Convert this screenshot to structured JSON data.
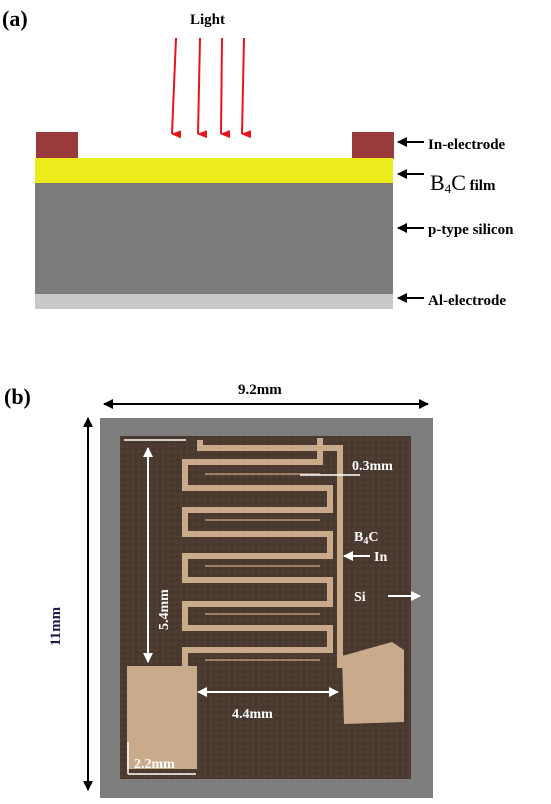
{
  "panel_a": {
    "label": "(a)",
    "light_label": "Light",
    "layers": {
      "in_electrode": "In-electrode",
      "film_main": "B",
      "film_sub": "4",
      "film_c": "C",
      "film_word": " film",
      "silicon": "p-type silicon",
      "al_electrode": "Al-electrode"
    },
    "colors": {
      "electrode": "#9b3a3a",
      "film": "#ecec1c",
      "silicon": "#7b7b7b",
      "aluminum": "#c8c8c8",
      "light": "#e8141c"
    }
  },
  "panel_b": {
    "label": "(b)",
    "width_dim": "9.2mm",
    "height_dim": "11mm",
    "finger_height": "5.4mm",
    "finger_width": "0.3mm",
    "gap": "4.4mm",
    "pad": "2.2mm",
    "film_main": "B",
    "film_sub": "4",
    "film_c": "C",
    "in_label": "In",
    "si_label": "Si",
    "colors": {
      "frame": "#7d7d7d",
      "photo_bg": "#4a3a30",
      "metal": "#c9ab8c"
    }
  }
}
